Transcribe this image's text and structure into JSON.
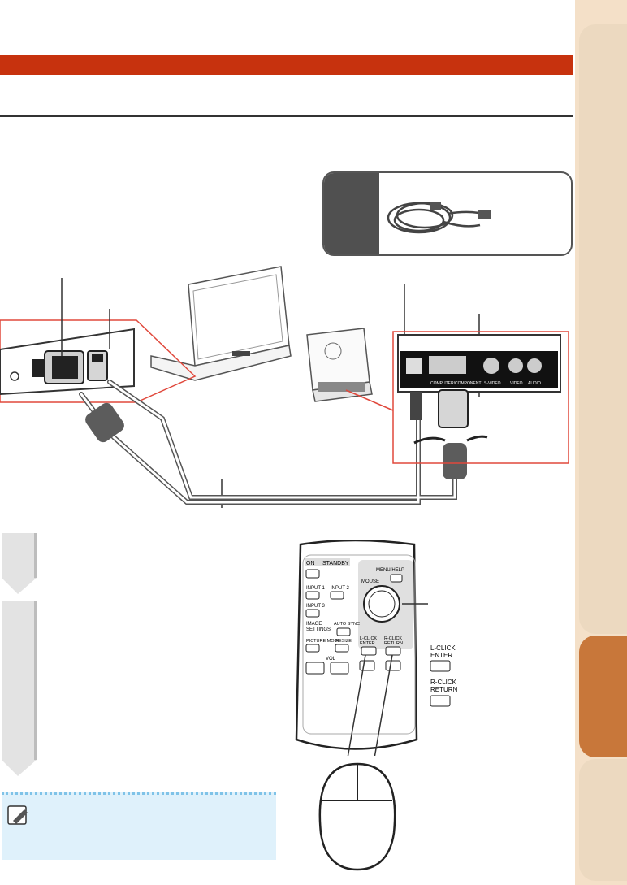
{
  "colors": {
    "accent": "#c7320e",
    "sidebar": "#ecd9c0",
    "sidebar_active": "#c8773a",
    "note_bg": "#dff1fb"
  },
  "icons": {
    "note": "pencil-note-icon"
  },
  "remote": {
    "on_label": "ON",
    "standby_label": "STANDBY",
    "menu_help_label": "MENU/HELP",
    "mouse_label": "MOUSE",
    "input1_label": "INPUT 1",
    "input2_label": "INPUT 2",
    "input3_label": "INPUT 3",
    "image_settings_label1": "IMAGE",
    "image_settings_label2": "SETTINGS",
    "auto_sync_label": "AUTO SYNC",
    "picture_mode_label": "PICTURE MODE",
    "resize_label": "RESIZE",
    "l_click_label1": "L-CLICK",
    "l_click_label2": "ENTER",
    "r_click_label1": "R-CLICK",
    "r_click_label2": "RETURN",
    "vol_label": "VOL"
  },
  "callouts": {
    "l_click_label1": "L-CLICK",
    "l_click_label2": "ENTER",
    "r_click_label1": "R-CLICK",
    "r_click_label2": "RETURN"
  },
  "projector_panel": {
    "computer_component_label": "COMPUTER/COMPONENT",
    "svideo_label": "S-VIDEO",
    "video_label": "VIDEO",
    "audio_label": "AUDIO"
  }
}
